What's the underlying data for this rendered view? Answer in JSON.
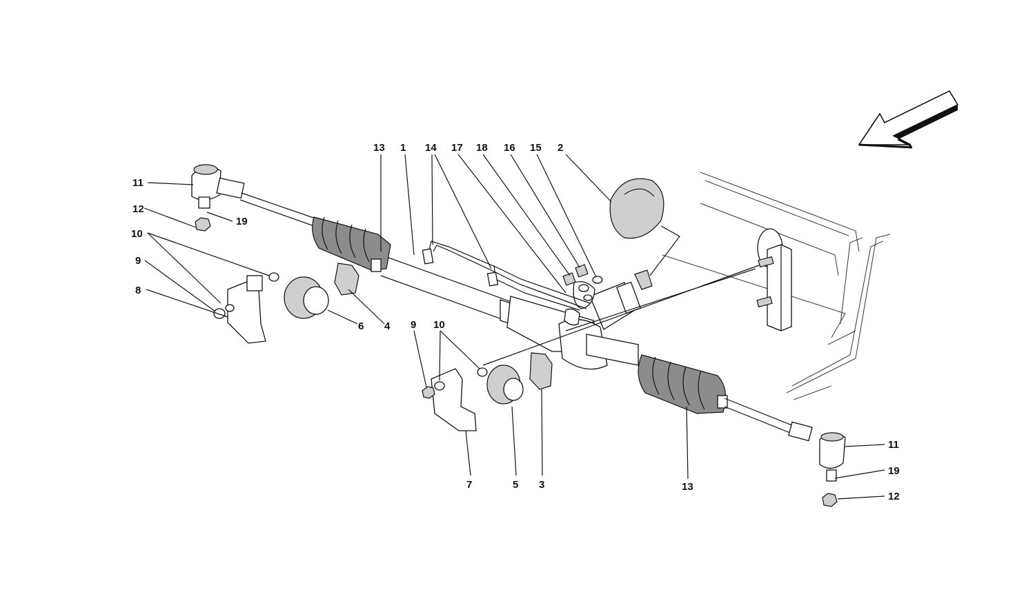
{
  "callouts": {
    "c1": "1",
    "c2": "2",
    "c3": "3",
    "c4": "4",
    "c5": "5",
    "c6": "6",
    "c7": "7",
    "c8": "8",
    "c9_left": "9",
    "c9_right": "9",
    "c10_left": "10",
    "c10_right": "10",
    "c11_left": "11",
    "c11_right": "11",
    "c12_left": "12",
    "c12_right": "12",
    "c13_top": "13",
    "c13_bottom": "13",
    "c14": "14",
    "c15": "15",
    "c16": "16",
    "c17": "17",
    "c18": "18",
    "c19_left": "19",
    "c19_right": "19"
  },
  "icons": {
    "direction_arrow": "direction-arrow-icon"
  },
  "colors": {
    "line": "#111111",
    "boot_fill": "#8c8c8c",
    "component_fill": "#cfcfcf",
    "background": "#ffffff"
  }
}
